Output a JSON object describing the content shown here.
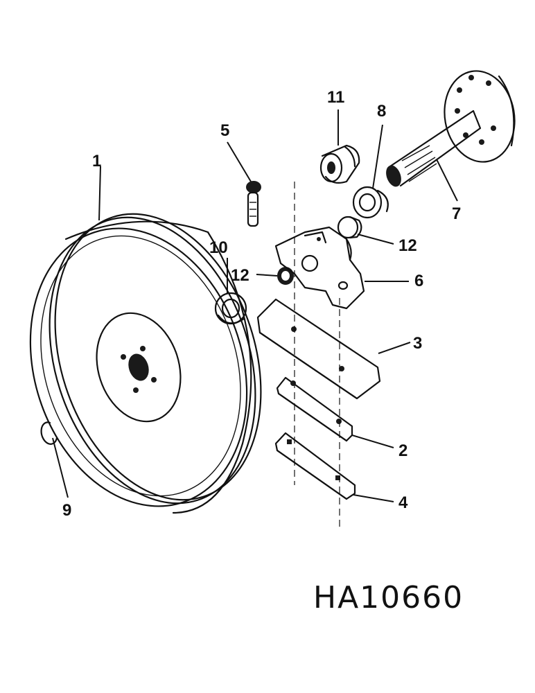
{
  "diagram": {
    "drawing_code": "HA10660",
    "callouts": {
      "c1": "1",
      "c2": "2",
      "c3": "3",
      "c4": "4",
      "c5": "5",
      "c6": "6",
      "c7": "7",
      "c8": "8",
      "c9": "9",
      "c10": "10",
      "c11": "11",
      "c12a": "12",
      "c12b": "12"
    }
  }
}
